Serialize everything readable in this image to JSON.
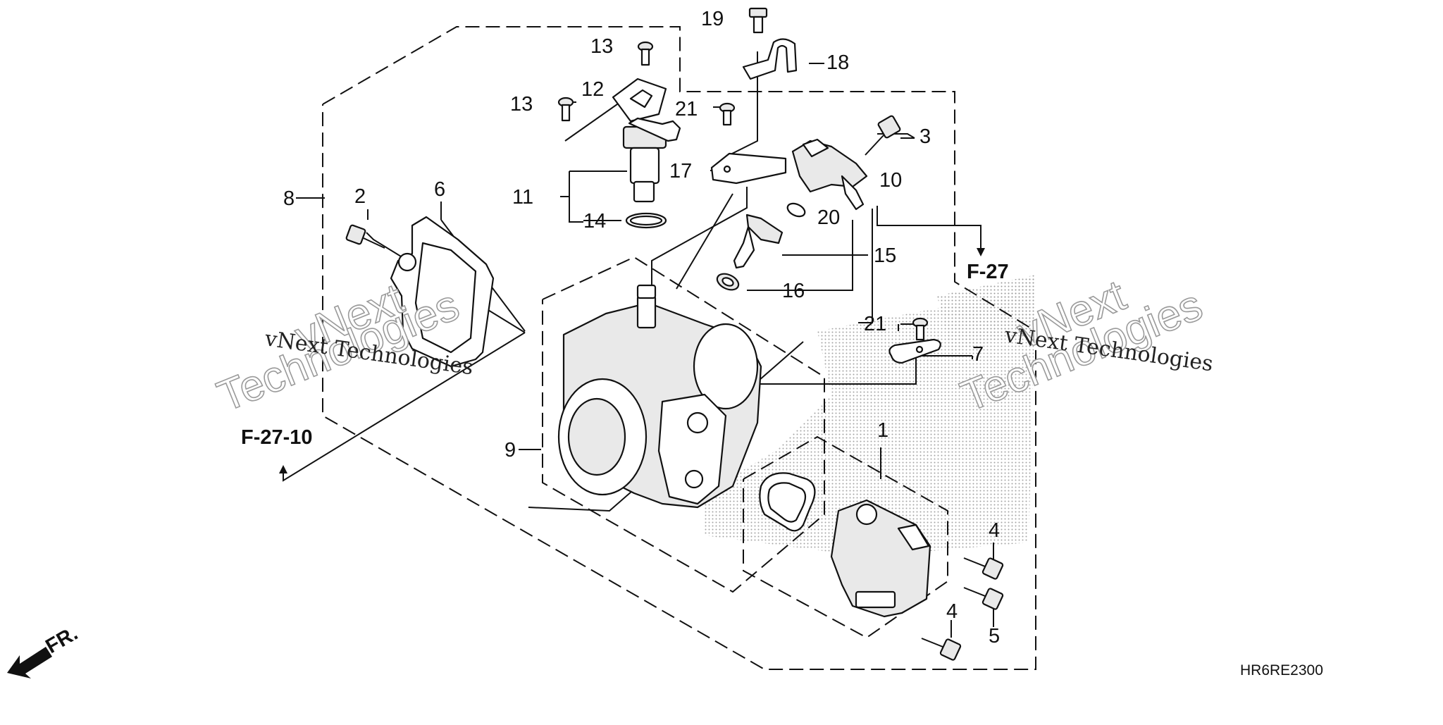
{
  "callouts": {
    "c1": "1",
    "c2": "2",
    "c3": "3",
    "c4a": "4",
    "c4b": "4",
    "c5": "5",
    "c6": "6",
    "c7": "7",
    "c8": "8",
    "c9": "9",
    "c10": "10",
    "c11": "11",
    "c12": "12",
    "c13a": "13",
    "c13b": "13",
    "c14": "14",
    "c15": "15",
    "c16": "16",
    "c17": "17",
    "c18": "18",
    "c19": "19",
    "c20": "20",
    "c21a": "21",
    "c21b": "21"
  },
  "references": {
    "f27": "F-27",
    "f2710": "F-27-10"
  },
  "front_arrow_label": "FR.",
  "diagram_code": "HR6RE2300",
  "watermark": {
    "brand_big": "vNext",
    "tech_big": "Technologies",
    "small": "vNext Technologies"
  }
}
